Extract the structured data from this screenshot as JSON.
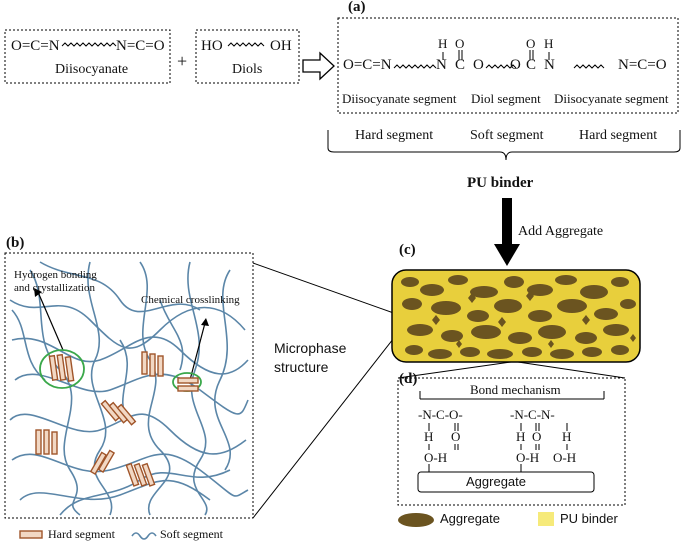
{
  "labels": {
    "a": "(a)",
    "b": "(b)",
    "c": "(c)",
    "d": "(d)"
  },
  "reactants": {
    "diisocyanate_formula": "O=C=N",
    "diisocyanate_end": "N=C=O",
    "diisocyanate_name": "Diisocyanate",
    "plus": "+",
    "diol_start": "HO",
    "diol_end": "OH",
    "diol_name": "Diols"
  },
  "product": {
    "left_formula": "O=C=N",
    "h1": "H",
    "o1": "O",
    "n1": "N",
    "c1": "C",
    "o_link1": "O",
    "o_link2": "O",
    "o2": "O",
    "h2": "H",
    "c2": "C",
    "n2": "N",
    "right_formula": "N=C=O",
    "seg_diisocyanate_left": "Diisocyanate segment",
    "seg_diol": "Diol segment",
    "seg_diisocyanate_right": "Diisocyanate segment"
  },
  "segments": {
    "hard_left": "Hard segment",
    "soft": "Soft segment",
    "hard_right": "Hard segment"
  },
  "binder": {
    "title": "PU binder",
    "add_aggregate": "Add Aggregate"
  },
  "microphase": {
    "hbond_line1": "Hydrogen bonding",
    "hbond_line2": "and crystallization",
    "crosslink": "Chemical crosslinking",
    "structure_line1": "Microphase",
    "structure_line2": "structure"
  },
  "legend_b": {
    "hard": "Hard segment",
    "soft": "Soft segment"
  },
  "bond": {
    "title": "Bond mechanism",
    "left_top": "-N-C-O-",
    "left_h": "H",
    "left_o": "O",
    "left_oh": "O-H",
    "right_top": "-N-C-N-",
    "right_h1": "H",
    "right_o": "O",
    "right_h2": "H",
    "right_oh1": "O-H",
    "right_oh2": "O-H",
    "aggregate": "Aggregate"
  },
  "legend_d": {
    "aggregate": "Aggregate",
    "binder": "PU binder"
  },
  "colors": {
    "binder_yellow": "#e8cf3c",
    "aggregate_brown": "#6b5420",
    "fiber_blue": "#5b86a8",
    "hard_segment_brown": "#a0552a",
    "hbond_green": "#3aa84a"
  }
}
